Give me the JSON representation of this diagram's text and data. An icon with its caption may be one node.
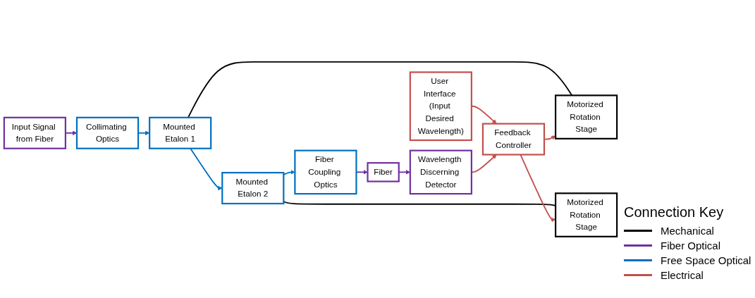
{
  "diagram": {
    "nodes": [
      {
        "text": [
          "Input Signal from Fiber"
        ]
      },
      {
        "text": [
          "Collimating Optics"
        ]
      },
      {
        "text": [
          "Mounted Etalon 1"
        ]
      },
      {
        "text": [
          "Mounted Etalon 2"
        ]
      },
      {
        "text": [
          "Fiber Coupling Optics"
        ]
      },
      {
        "text": [
          "Fiber"
        ]
      },
      {
        "text": [
          "Wavelength Discerning Detector"
        ]
      },
      {
        "text": [
          "Motorized Rotation Stage"
        ]
      },
      {
        "text": [
          "Motorized Rotation Stage"
        ]
      },
      {
        "text": [
          "User Interface (Input Desired Wavelength)"
        ]
      },
      {
        "text": [
          "Feedback Controller"
        ]
      }
    ],
    "edges": [
      {
        "from": 0,
        "to": 1,
        "arrow": "to",
        "color": "#7030a0"
      },
      {
        "from": 1,
        "to": 2,
        "arrow": "to",
        "color": "#0070c0"
      },
      {
        "from": 2,
        "to": 3,
        "arrow": "to",
        "color": "#0070c0"
      },
      {
        "from": 3,
        "to": 4,
        "arrow": "to",
        "color": "#0070c0"
      },
      {
        "from": 4,
        "to": 5,
        "arrow": "to",
        "color": "#7030a0"
      },
      {
        "from": 5,
        "to": 6,
        "arrow": "to",
        "color": "#7030a0"
      },
      {
        "from": 2,
        "to": 7,
        "arrow": "none",
        "color": "#000000"
      },
      {
        "from": 3,
        "to": 8,
        "arrow": "none",
        "color": "#000000"
      },
      {
        "from": 10,
        "to": 7,
        "arrow": "to",
        "color": "#c0504d"
      },
      {
        "from": 10,
        "to": 8,
        "arrow": "to",
        "color": "#c0504d"
      },
      {
        "from": 9,
        "to": 10,
        "arrow": "to",
        "color": "#c0504d"
      },
      {
        "from": 6,
        "to": 10,
        "arrow": "to",
        "color": "#c0504d"
      }
    ],
    "labels": [
      "Connection Key"
    ],
    "legend": [
      {
        "text": "Mechanical"
      },
      {
        "text": "Fiber Optical"
      },
      {
        "text": "Free Space Optical"
      },
      {
        "text": "Electrical"
      }
    ]
  }
}
